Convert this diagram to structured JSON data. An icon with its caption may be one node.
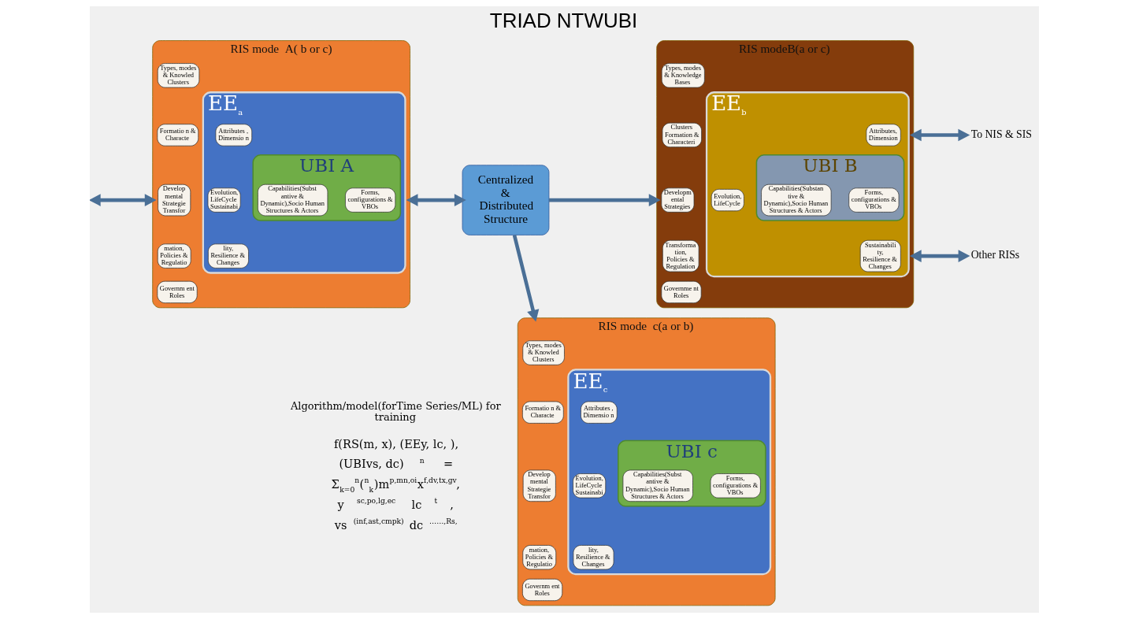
{
  "diagram": {
    "title": "TRIAD NTWUBI",
    "nodes": [
      {
        "text": [
          "RIS mode  A( b or c)"
        ]
      },
      {
        "text": [
          "Types, modes & Knowled Clusters"
        ],
        "in": 0
      },
      {
        "text": [
          "Formatio n & Characte"
        ],
        "in": 0
      },
      {
        "text": [
          "Develop mental Strategie Transfor"
        ],
        "in": 0
      },
      {
        "text": [
          "mation, Policies & Regulatio"
        ],
        "in": 0
      },
      {
        "text": [
          "Governm ent Roles"
        ],
        "in": 0
      },
      {
        "text": [
          "EE$_{a}$"
        ],
        "in": 0
      },
      {
        "text": [
          "Attributes , Dimensio n"
        ],
        "in": 6
      },
      {
        "text": [
          "Evolution, LifeCycle Sustainabi"
        ],
        "in": 6
      },
      {
        "text": [
          "lity, Resilience & Changes"
        ],
        "in": 6
      },
      {
        "text": [
          "UBI A"
        ],
        "in": 6
      },
      {
        "text": [
          "Forms, configurations & VBOs"
        ],
        "in": 10
      },
      {
        "text": [
          "Capabilities(Subst antive & Dynamic),Socio Human Structures & Actors"
        ],
        "in": 10
      },
      {
        "text": [
          "Centralized & Distributed Structure"
        ]
      },
      {
        "text": [
          "RIS modeB(a or c)"
        ]
      },
      {
        "text": [
          "Types, modes & Knowledge Bases"
        ],
        "in": 14
      },
      {
        "text": [
          "Clusters Formation & Characteri"
        ],
        "in": 14
      },
      {
        "text": [
          "Developm ental Strategies"
        ],
        "in": 14
      },
      {
        "text": [
          "Transforma tion, Policies & Regulation"
        ],
        "in": 14
      },
      {
        "text": [
          "Governme nt Roles"
        ],
        "in": 14
      },
      {
        "text": [
          "EE$_{b}$"
        ],
        "in": 14
      },
      {
        "text": [
          "Attributes, Dimension"
        ],
        "in": 20
      },
      {
        "text": [
          "Evolution, LifeCycle"
        ],
        "in": 20
      },
      {
        "text": [
          "Sustainabili ty, Resilience & Changes"
        ],
        "in": 20
      },
      {
        "text": [
          "UBI B"
        ],
        "in": 20
      },
      {
        "text": [
          "Forms, configurations & VBOs"
        ],
        "in": 24
      },
      {
        "text": [
          "Capabilities(Substan tive & Dynamic),Socio Human Structures & Actors"
        ],
        "in": 24
      },
      {
        "text": [
          "To NIS & SIS"
        ]
      },
      {
        "text": [
          "Other RISs"
        ]
      },
      {
        "text": [
          "RIS mode  c(a or b)"
        ]
      },
      {
        "text": [
          "Types, modes & Knowled Clusters"
        ],
        "in": 29
      },
      {
        "text": [
          "Formatio n & Characte"
        ],
        "in": 29
      },
      {
        "text": [
          "Develop mental Strategie Transfor"
        ],
        "in": 29
      },
      {
        "text": [
          "mation, Policies & Regulatio"
        ],
        "in": 29
      },
      {
        "text": [
          "Governm ent Roles"
        ],
        "in": 29
      },
      {
        "text": [
          "EE$_{c}$"
        ],
        "in": 29
      },
      {
        "text": [
          "Attributes , Dimensio n"
        ],
        "in": 35
      },
      {
        "text": [
          "Evolution, LifeCycle Sustainabi"
        ],
        "in": 35
      },
      {
        "text": [
          "lity, Resilience & Changes"
        ],
        "in": 35
      },
      {
        "text": [
          "UBI c"
        ],
        "in": 35
      },
      {
        "text": [
          "Forms, configurations & VBOs"
        ],
        "in": 39
      },
      {
        "text": [
          "Capabilities(Subst antive & Dynamic),Socio Human Structures & Actors"
        ],
        "in": 39
      }
    ],
    "edges": [
      {
        "from": null,
        "to": 0,
        "arrow": "both"
      },
      {
        "from": 0,
        "to": 13,
        "arrow": "both"
      },
      {
        "from": 13,
        "to": 14,
        "arrow": "to"
      },
      {
        "from": 14,
        "to": 27,
        "arrow": "both"
      },
      {
        "from": 14,
        "to": 28,
        "arrow": "both"
      },
      {
        "from": 13,
        "to": 29,
        "arrow": "to"
      }
    ],
    "labels": [
      "Algorithm/model(forTime Series/ML) for training",
      "f(RS(m, x), (EEy, lc, ), (UBIvs, dc)$^{n}$ = Σ$_{k=0}$$^{n}$($^{n}$$_{k}$)m$^{p,mn,oi}$x$^{f,dv,tx,gv}$, y$^{sc,po,lg,ec}$ lc$^{t}$, vs$^{(inf,ast,cmpk)}$dc$^{……,Rs,}$"
    ]
  }
}
